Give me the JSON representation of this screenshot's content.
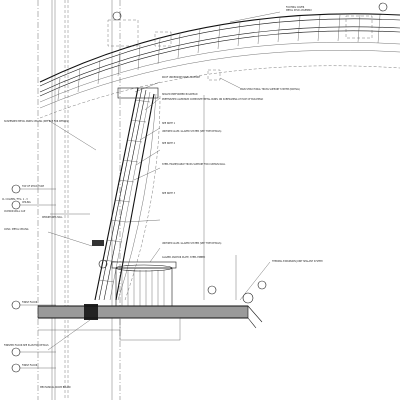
{
  "labels": {
    "top_right_1": "FOOTING COVER",
    "top_right_2": "METAL STUD ASSEMBLY",
    "roof_note": "ROOF UNDERSIDE PANEL SUPPORT",
    "anchor_note": "MAIN STRUCTURAL TRUSS SUPPORT SYSTEM (PARTIAL)",
    "bulkhead_note": "SEALED PREFORMED BULKHEAD",
    "coping_note": "PREFINISHED ALUMINUM COMPOSITE METAL PANEL ON SUBFRAMING AT FACE OF BULKHEAD",
    "glazing_note_1": "UNITIZED ALUM. GLAZED SYSTEM (SEE TYPE DETAILS)",
    "glazing_note_2": "STEEL FRAME/CABLE TRUSS SUPPORT FOR CURTAIN WALL",
    "glazing_note_3": "UNITIZED ALUM. GLAZED SYSTEM (SEE TYPE DETAILS)",
    "seat_note": "GLAZED ANCHOR PLATE, STEEL EMBED",
    "joint_note": "THERMAL EXPANSION JOINT SEALANT SYSTEM",
    "left_note_1": "SUSPENDED METAL PANEL CEILING (SEE RCP FOR DETAILS)",
    "left_note_2": "CURTAIN WALL CAP",
    "left_note_3": "DEPARTURES HALL",
    "left_note_4": "CONC. METAL CEILING",
    "left_note_5": "FINISHED FLOOR SEE PLAN FOR DETAILS",
    "bottom_note": "MECHANICAL ROOM BELOW",
    "level_1": "TOP OF STRUCTURE",
    "level_2": "CEILING",
    "level_3": "FINISH FLOOR",
    "level_4": "FINISH FLOOR",
    "grid_1": "CL COLUMN / FTG. 1 - 3",
    "see_note": "SEE NOTE 1",
    "see_note_2": "SEE NOTE 2",
    "see_note_3": "SEE NOTE 3"
  }
}
